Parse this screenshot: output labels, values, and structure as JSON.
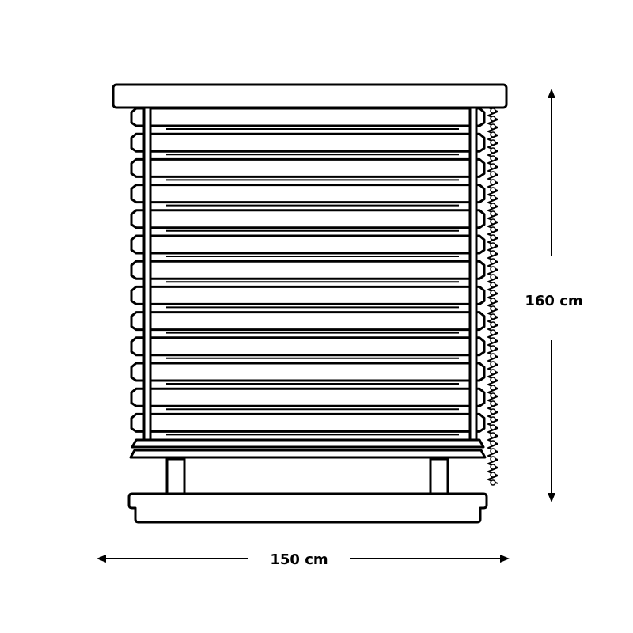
{
  "dimensions": {
    "width_label": "150 cm",
    "height_label": "160 cm"
  },
  "blind": {
    "slat_count": 13,
    "colors": {
      "stroke": "#000000",
      "fill": "#ffffff"
    }
  }
}
